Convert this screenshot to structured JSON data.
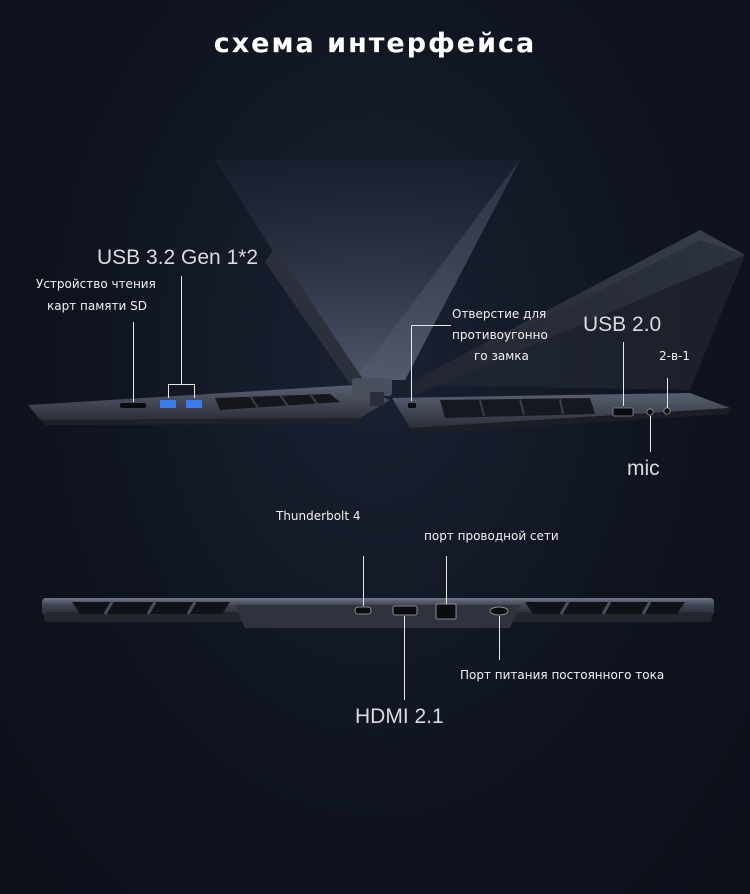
{
  "title": "схема интерфейса",
  "side_view": {
    "usb32": "USB 3.2 Gen 1*2",
    "sd_reader_line1": "Устройство чтения",
    "sd_reader_line2": "карт памяти SD",
    "lock_line1": "Отверстие для",
    "lock_line2": "противоугонно",
    "lock_line3": "го замка",
    "usb20": "USB 2.0",
    "combo_jack": "2-в-1",
    "mic": "mic"
  },
  "rear_view": {
    "thunderbolt": "Thunderbolt 4",
    "ethernet": "порт проводной сети",
    "dc_power": "Порт питания постоянного тока",
    "hdmi": "HDMI 2.1"
  },
  "colors": {
    "background": "#0f1420",
    "chassis": "#3a3e4c",
    "usb_blue": "#3b7bf0",
    "leader_line": "#e8e8e8"
  }
}
